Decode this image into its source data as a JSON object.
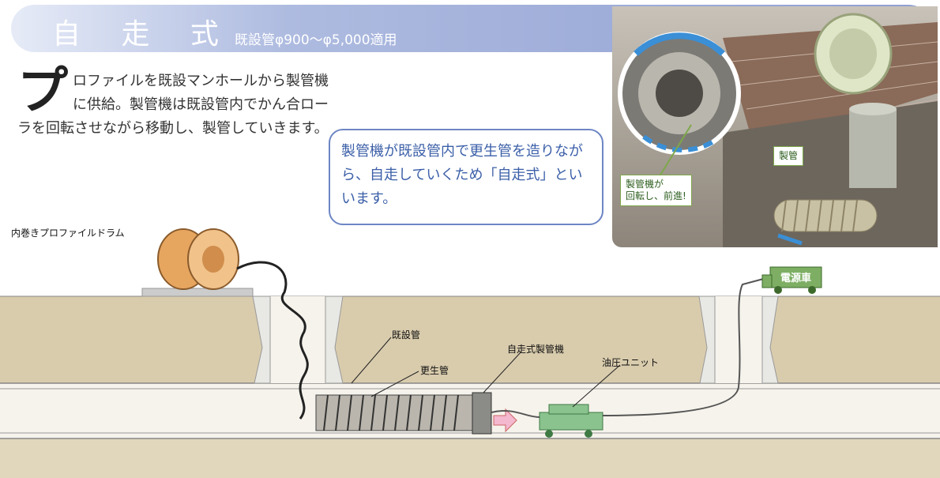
{
  "header": {
    "title": "自 走 式",
    "subtitle": "既設管φ900〜φ5,000適用"
  },
  "intro": {
    "first_char": "プ",
    "text": "ロファイルを既設マンホールから製管機に供給。製管機は既設管内でかん合ローラを回転させながら移動し、製管していきます。"
  },
  "callout": {
    "text": "製管機が既設管内で更生管を造りながら、自走していくため「自走式」といいます。"
  },
  "photo": {
    "label_pipe": "製管",
    "label_machine": "製管機が\n回転し、前進!"
  },
  "diagram_labels": {
    "drum": "内巻きプロファイルドラム",
    "existing_pipe": "既設管",
    "renewal_pipe": "更生管",
    "machine": "自走式製管機",
    "hydraulic_unit": "油圧ユニット",
    "power_car": "電源車"
  },
  "colors": {
    "header_gradient_end": "#8f9fd2",
    "soil": "#d9ccad",
    "callout_text": "#3b5fa8",
    "machine_green": "#8bc38e",
    "power_car_green": "#7dae63",
    "arrow_blue": "#3a8fd6",
    "arrow_pink": "#f4b8cf"
  }
}
